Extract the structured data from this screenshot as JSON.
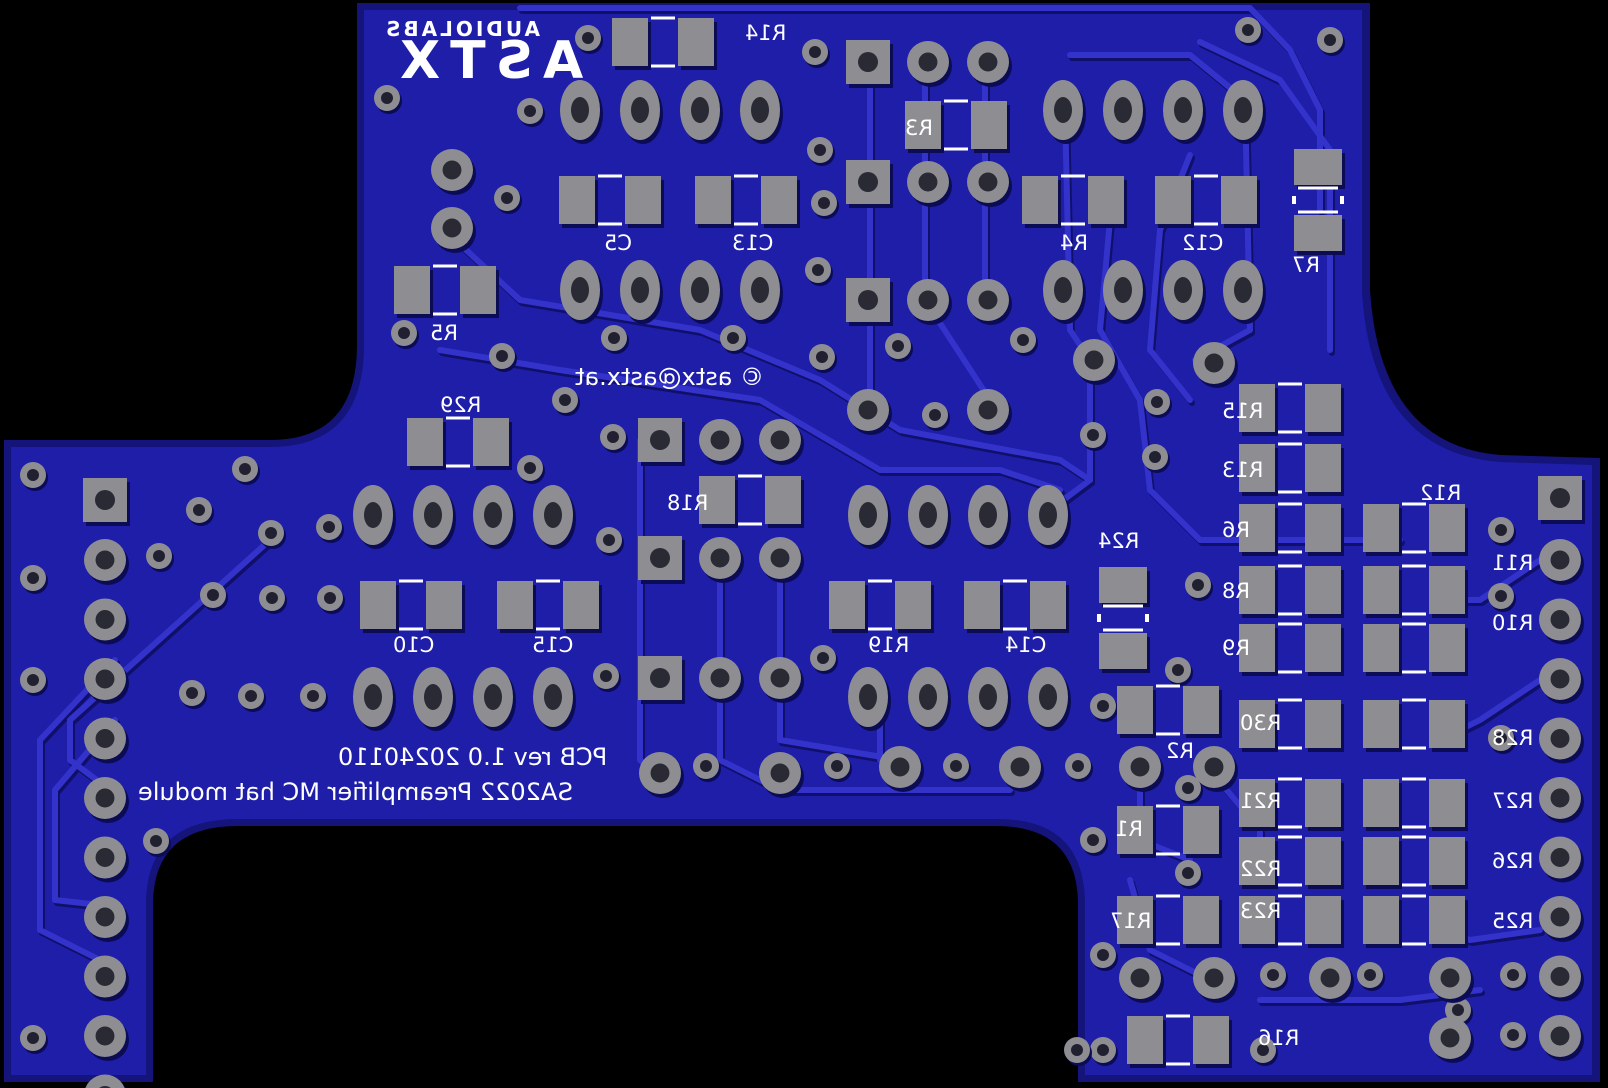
{
  "board": {
    "description_text": "SA2022 Preamplifier MC hat module",
    "revision_text": "PCB rev 1.0 20240110",
    "contact_text": "© astx@astx.at",
    "logo_main": "ASTX",
    "logo_sub": "AUDIOLABS"
  },
  "colors": {
    "background": "#000000",
    "board": "#1e1ea8",
    "board_edge": "#14147a",
    "copper_fill": "#2626c0",
    "trace": "#3333cc",
    "trace_shadow": "#10106a",
    "pad": "#8e8e92",
    "pad_dark": "#5a5a5e",
    "silkscreen": "#ffffff"
  },
  "component_labels": {
    "R14": "R14",
    "R3": "R3",
    "R4": "R4",
    "C12": "C12",
    "R7": "R7",
    "C5": "C5",
    "C13": "C13",
    "R5": "R5",
    "R29": "R29",
    "R15": "R15",
    "R13": "R13",
    "R6": "R6",
    "R8": "R8",
    "R9": "R9",
    "R12": "R12",
    "R11": "R11",
    "R10": "R10",
    "R18": "R18",
    "R24": "R24",
    "R19": "R19",
    "C14": "C14",
    "C10": "C10",
    "C15": "C15",
    "R2": "R2",
    "R30": "R30",
    "R28": "R28",
    "R1": "R1",
    "R21": "R21",
    "R27": "R27",
    "R22": "R22",
    "R26": "R26",
    "R17": "R17",
    "R23": "R23",
    "R25": "R25",
    "R16": "R16"
  }
}
